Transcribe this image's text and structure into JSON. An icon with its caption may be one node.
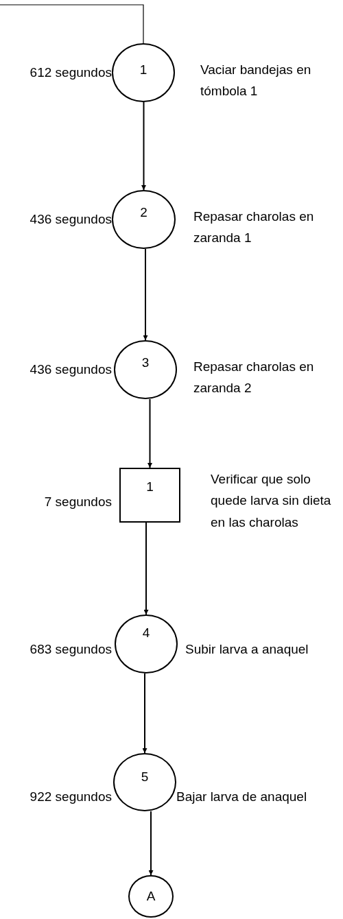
{
  "diagram": {
    "nodes": [
      {
        "text": [
          "1"
        ],
        "beside": [
          "612 segundos",
          "Vaciar bandejas en tómbola 1"
        ]
      },
      {
        "text": [
          "2"
        ],
        "beside": [
          "436 segundos",
          "Repasar charolas en zaranda 1"
        ]
      },
      {
        "text": [
          "3"
        ],
        "beside": [
          "436 segundos",
          "Repasar charolas en zaranda 2"
        ]
      },
      {
        "text": [
          "1"
        ],
        "beside": [
          "7 segundos",
          "Verificar que solo quede larva sin dieta en las charolas"
        ]
      },
      {
        "text": [
          "4"
        ],
        "beside": [
          "683 segundos",
          "Subir larva a anaquel"
        ]
      },
      {
        "text": [
          "5"
        ],
        "beside": [
          "922 segundos",
          "Bajar larva de anaquel"
        ]
      },
      {
        "text": [
          "A"
        ]
      }
    ],
    "edges": [
      {
        "from": null,
        "to": 0,
        "arrow": "none"
      },
      {
        "from": 0,
        "to": 1,
        "arrow": "to"
      },
      {
        "from": 1,
        "to": 2,
        "arrow": "to"
      },
      {
        "from": 2,
        "to": 3,
        "arrow": "to"
      },
      {
        "from": 3,
        "to": 4,
        "arrow": "to"
      },
      {
        "from": 4,
        "to": 5,
        "arrow": "to"
      },
      {
        "from": 5,
        "to": 6,
        "arrow": "to"
      }
    ]
  }
}
